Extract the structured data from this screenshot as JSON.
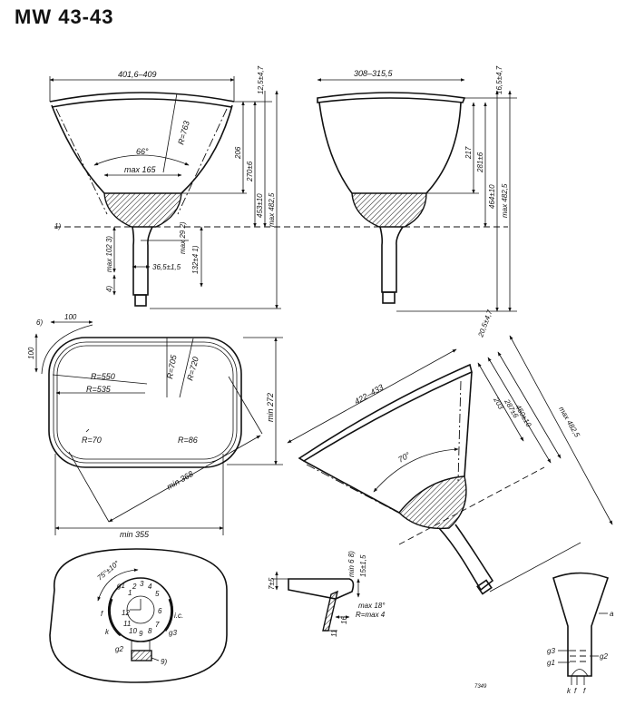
{
  "title": "MW 43-43",
  "front_view": {
    "width": "401,6–409",
    "rim": "12,5±4,7",
    "radius": "R=763",
    "angle": "66°",
    "neck_max": "max 165",
    "h1": "206",
    "h2": "270±6",
    "h3": "453±10",
    "h4": "max 482,5",
    "ref_line": "1)",
    "neck_offset": "max 29 2)",
    "neck_len": "max 102 3)",
    "neck_dia": "36,5±1,5",
    "base_len": "132±4 1)",
    "base_note": "4)"
  },
  "side_view": {
    "width": "308–315,5",
    "rim": "16,5±4,7",
    "h1": "217",
    "h2": "281±6",
    "h3": "464±10",
    "h4": "max 482,5"
  },
  "face_view": {
    "corner_w": "100",
    "corner_h": "100",
    "corner_note": "6)",
    "r1": "R=550",
    "r2": "R=535",
    "r3": "R=705",
    "r4": "R=720",
    "r5": "R=70",
    "r6": "R=86",
    "height": "min 272",
    "diagonal": "min 368",
    "width": "min 355"
  },
  "diagonal_view": {
    "diagonal": "422–433",
    "rim": "20,5±4,7",
    "h1": "203",
    "h2": "287±6",
    "h3": "450±10",
    "h4": "max 482,5",
    "angle": "70°"
  },
  "base_view": {
    "angle": "75°±10°",
    "pins": [
      "1",
      "2",
      "3",
      "4",
      "5",
      "6",
      "7",
      "8",
      "9",
      "10",
      "11",
      "12"
    ],
    "labels": {
      "g1": "g1",
      "f": "f",
      "k": "k",
      "g2": "g2",
      "g3": "g3",
      "ic": "i.c.",
      "key": "9)"
    }
  },
  "edge_detail": {
    "d1": "7±5",
    "d2": "min 6 8)",
    "d3": "15±1,5",
    "angle": "max 18°",
    "radius": "R=max 4",
    "d4": "16",
    "d5": "11"
  },
  "schematic": {
    "a": "a",
    "g3": "g3",
    "g2": "g2",
    "g1": "g1",
    "k": "k",
    "f1": "f",
    "f2": "f"
  },
  "drawing_number": "7349"
}
